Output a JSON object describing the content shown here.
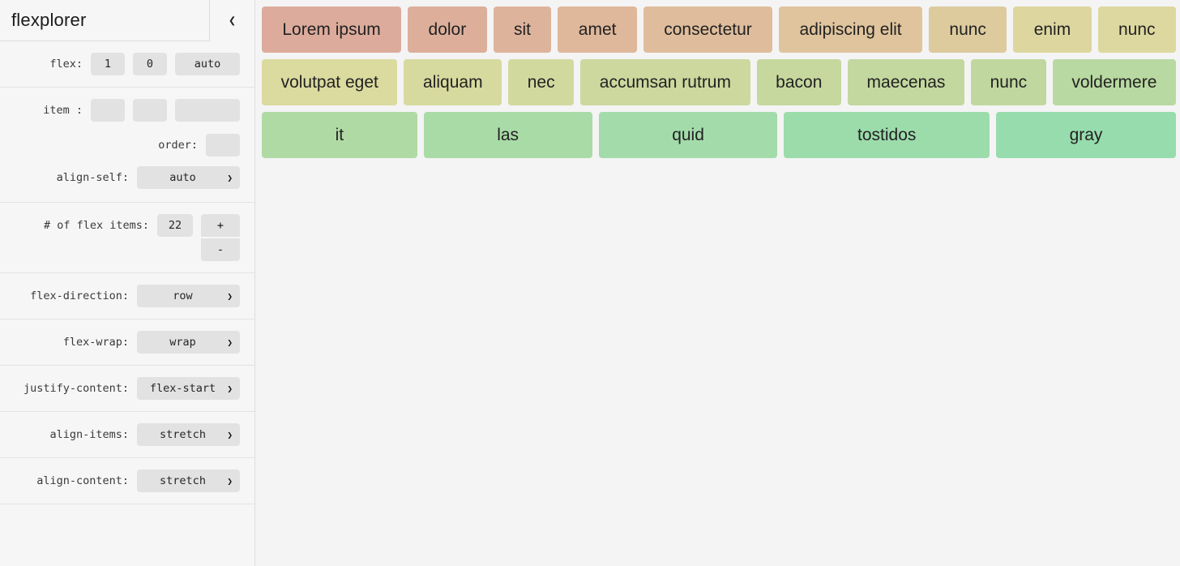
{
  "sidebar": {
    "title": "flexplorer",
    "collapse_icon": "chevron-left-icon",
    "rows": [
      {
        "id": "flex",
        "label": "flex:",
        "fields": [
          {
            "name": "flex-grow-input",
            "value": "1"
          },
          {
            "name": "flex-shrink-input",
            "value": "0"
          },
          {
            "name": "flex-basis-input",
            "value": "auto"
          }
        ]
      },
      {
        "id": "item",
        "label": "item :",
        "fields": [
          {
            "name": "item-grow-input",
            "value": ""
          },
          {
            "name": "item-shrink-input",
            "value": ""
          },
          {
            "name": "item-basis-input",
            "value": ""
          }
        ]
      },
      {
        "id": "order",
        "label": "order:",
        "fields": [
          {
            "name": "order-input",
            "value": ""
          }
        ]
      },
      {
        "id": "align-self",
        "label": "align-self:",
        "select": {
          "name": "align-self-select",
          "value": "auto"
        }
      },
      {
        "id": "count",
        "label": "# of flex items:",
        "count_value": "22",
        "increment_label": "+",
        "decrement_label": "-"
      },
      {
        "id": "flex-direction",
        "label": "flex-direction:",
        "select": {
          "name": "flex-direction-select",
          "value": "row"
        }
      },
      {
        "id": "flex-wrap",
        "label": "flex-wrap:",
        "select": {
          "name": "flex-wrap-select",
          "value": "wrap"
        }
      },
      {
        "id": "justify-content",
        "label": "justify-content:",
        "select": {
          "name": "justify-content-select",
          "value": "flex-start"
        }
      },
      {
        "id": "align-items",
        "label": "align-items:",
        "select": {
          "name": "align-items-select",
          "value": "stretch"
        }
      },
      {
        "id": "align-content",
        "label": "align-content:",
        "select": {
          "name": "align-content-select",
          "value": "stretch"
        }
      }
    ]
  },
  "canvas": {
    "background": "#f4f4f4",
    "items": [
      {
        "label": "Lorem ipsum",
        "color": "#dcab9c"
      },
      {
        "label": "dolor",
        "color": "#ddaf9b"
      },
      {
        "label": "sit",
        "color": "#deb39b"
      },
      {
        "label": "amet",
        "color": "#dfb79b"
      },
      {
        "label": "consectetur",
        "color": "#dfbd9c"
      },
      {
        "label": "adipiscing elit",
        "color": "#dfc49d"
      },
      {
        "label": "nunc",
        "color": "#ddcb9e"
      },
      {
        "label": "enim",
        "color": "#ddd69f"
      },
      {
        "label": "nunc",
        "color": "#ddd89f"
      },
      {
        "label": "volutpat eget",
        "color": "#dbda9f"
      },
      {
        "label": "aliquam",
        "color": "#d7da9e"
      },
      {
        "label": "nec",
        "color": "#d2d99e"
      },
      {
        "label": "accumsan rutrum",
        "color": "#ccd89e"
      },
      {
        "label": "bacon",
        "color": "#c6d89e"
      },
      {
        "label": "maecenas",
        "color": "#c2d89f"
      },
      {
        "label": "nunc",
        "color": "#c0d89f"
      },
      {
        "label": "voldermere",
        "color": "#b8d9a1"
      },
      {
        "label": "it",
        "color": "#b0daa4"
      },
      {
        "label": "las",
        "color": "#a9dba7"
      },
      {
        "label": "quid",
        "color": "#a3dcaa"
      },
      {
        "label": "tostidos",
        "color": "#9cdcab"
      },
      {
        "label": "gray",
        "color": "#97dcad"
      }
    ]
  }
}
